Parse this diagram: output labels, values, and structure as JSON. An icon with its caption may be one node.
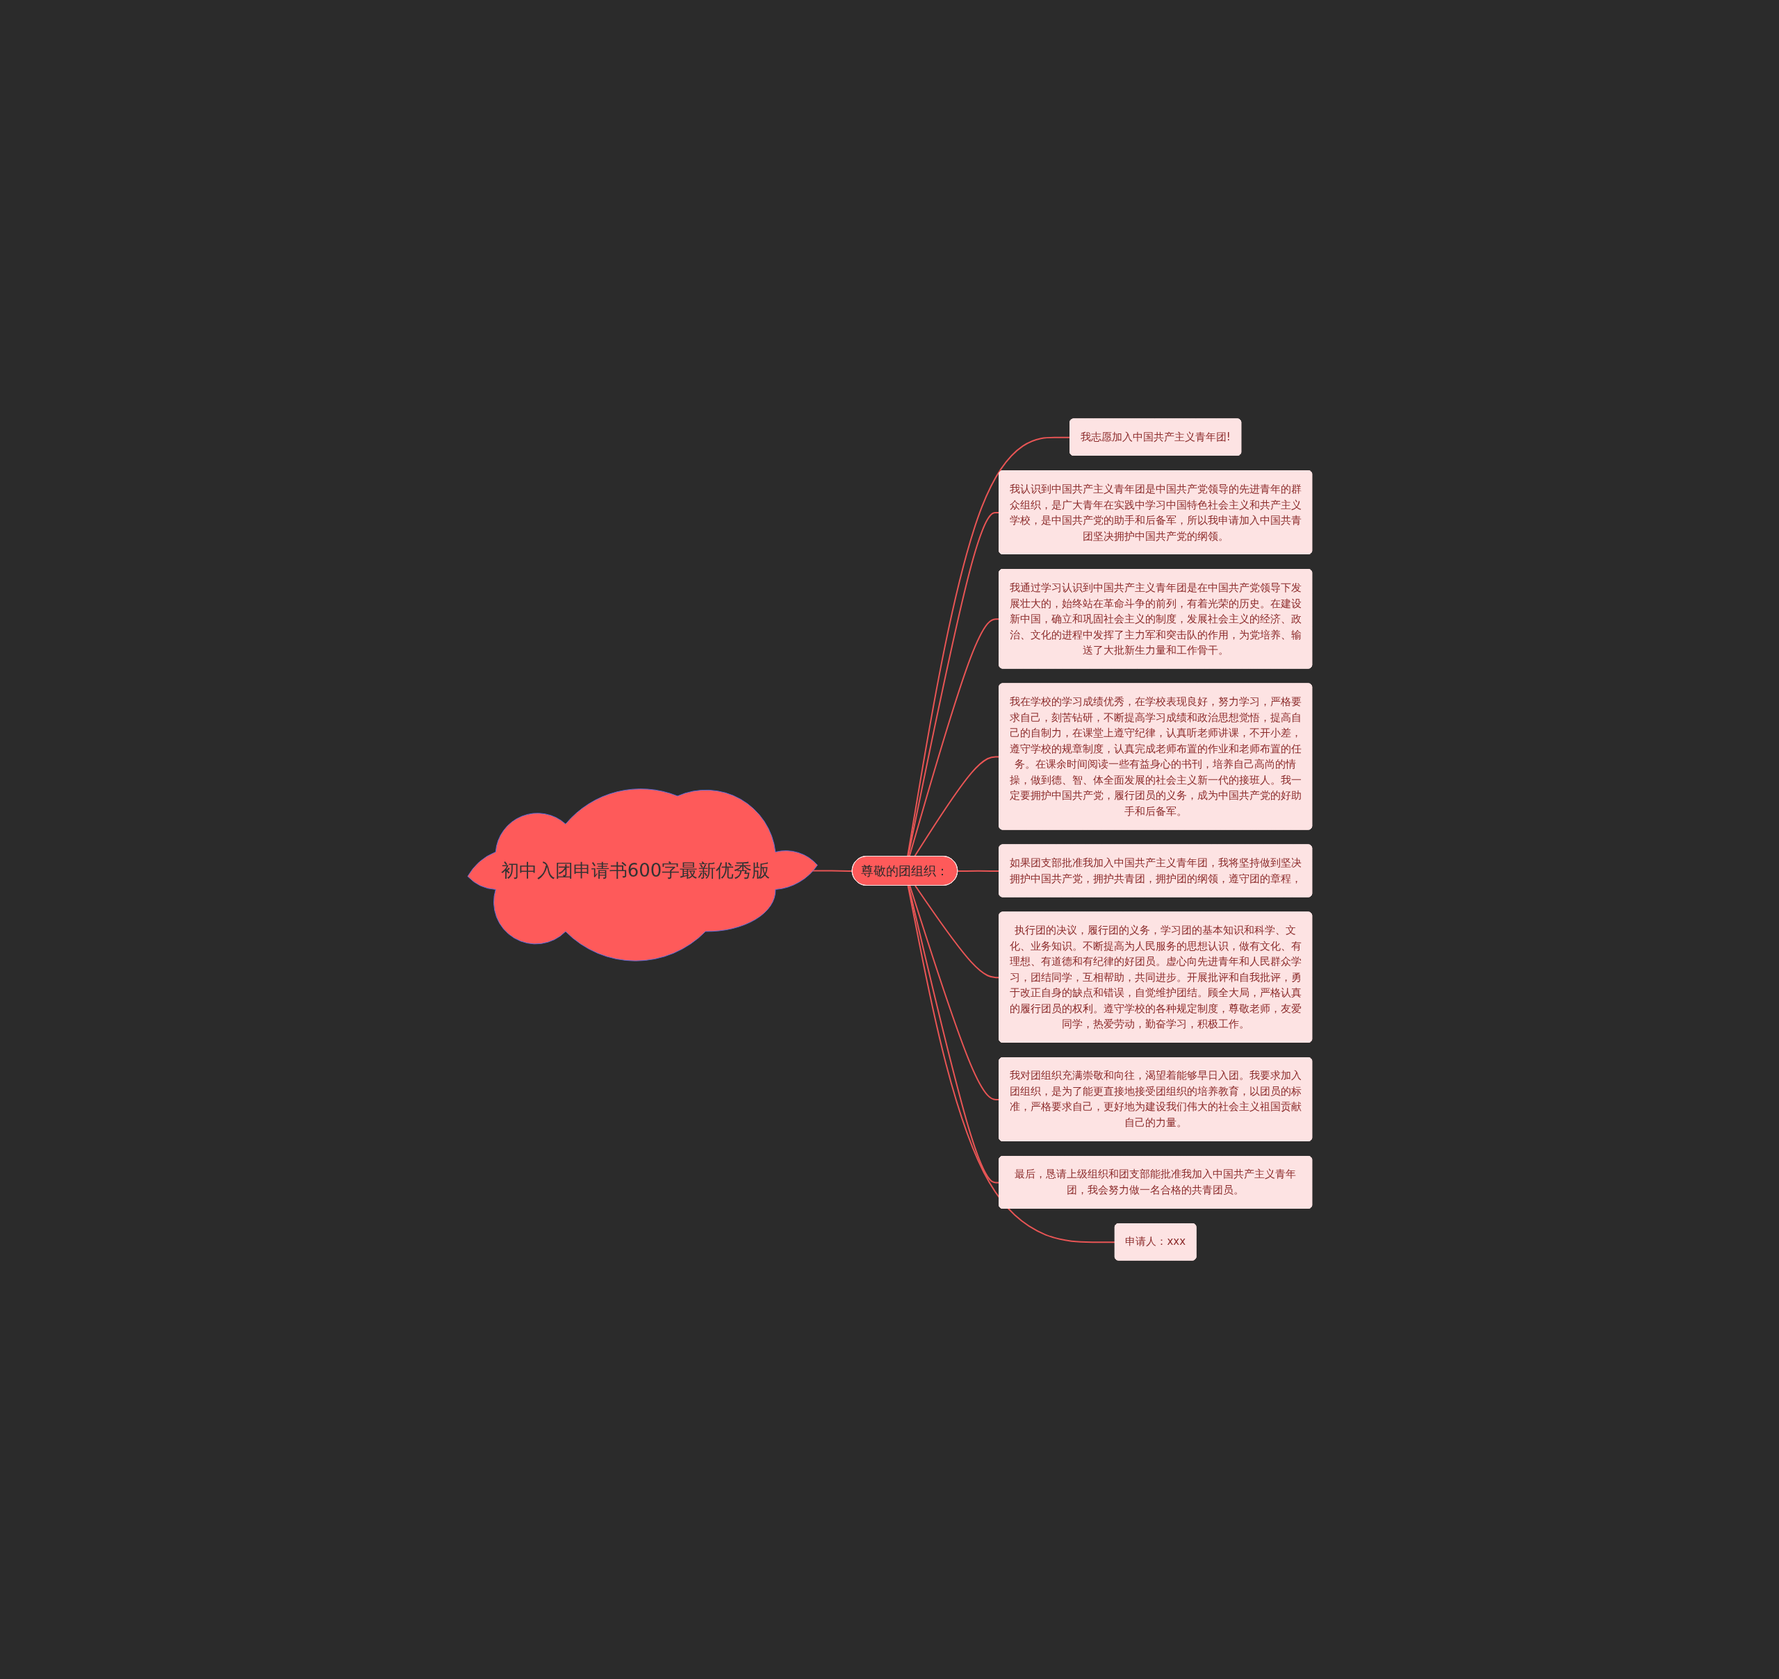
{
  "diagram": {
    "nodes": [
      {
        "text": [
          "初中入团申请书600字最新优秀版"
        ]
      },
      {
        "text": [
          "尊敬的团组织："
        ]
      },
      {
        "text": [
          "我志愿加入中国共产主义青年团!"
        ]
      },
      {
        "text": [
          "我认识到中国共产主义青年团是中国共产党领导的先进青年的群众组织，是广大青年在实践中学习中国特色社会主义和共产主义学校，是中国共产党的助手和后备军，所以我申请加入中国共青团坚决拥护中国共产党的纲领。"
        ]
      },
      {
        "text": [
          "我通过学习认识到中国共产主义青年团是在中国共产党领导下发展壮大的，始终站在革命斗争的前列，有着光荣的历史。在建设新中国，确立和巩固社会主义的制度，发展社会主义的经济、政治、文化的进程中发挥了主力军和突击队的作用，为党培养、输送了大批新生力量和工作骨干。"
        ]
      },
      {
        "text": [
          "我在学校的学习成绩优秀，在学校表现良好，努力学习，严格要求自己，刻苦钻研，不断提高学习成绩和政治思想觉悟，提高自己的自制力，在课堂上遵守纪律，认真听老师讲课，不开小差，遵守学校的规章制度，认真完成老师布置的作业和老师布置的任务。在课余时间阅读一些有益身心的书刊，培养自己高尚的情操，做到德、智、体全面发展的社会主义新一代的接班人。我一定要拥护中国共产党，履行团员的义务，成为中国共产党的好助手和后备军。"
        ]
      },
      {
        "text": [
          "如果团支部批准我加入中国共产主义青年团，我将坚持做到坚决拥护中国共产党，拥护共青团，拥护团的纲领，遵守团的章程，"
        ]
      },
      {
        "text": [
          "执行团的决议，履行团的义务，学习团的基本知识和科学、文化、业务知识。不断提高为人民服务的思想认识，做有文化、有理想、有道德和有纪律的好团员。虚心向先进青年和人民群众学习，团结同学，互相帮助，共同进步。开展批评和自我批评，勇于改正自身的缺点和错误，自觉维护团结。顾全大局，严格认真的履行团员的权利。遵守学校的各种规定制度，尊敬老师，友爱同学，热爱劳动，勤奋学习，积极工作。"
        ]
      },
      {
        "text": [
          "我对团组织充满崇敬和向往，渴望着能够早日入团。我要求加入团组织，是为了能更直接地接受团组织的培养教育，以团员的标准，严格要求自己，更好地为建设我们伟大的社会主义祖国贡献自己的力量。"
        ]
      },
      {
        "text": [
          "最后，恳请上级组织和团支部能批准我加入中国共产主义青年团，我会努力做一名合格的共青团员。"
        ]
      },
      {
        "text": [
          "申请人：xxx"
        ]
      }
    ],
    "edges": [
      {
        "from": 0,
        "to": 1,
        "arrow": "none"
      },
      {
        "from": 1,
        "to": 2,
        "arrow": "none"
      },
      {
        "from": 1,
        "to": 3,
        "arrow": "none"
      },
      {
        "from": 1,
        "to": 4,
        "arrow": "none"
      },
      {
        "from": 1,
        "to": 5,
        "arrow": "none"
      },
      {
        "from": 1,
        "to": 6,
        "arrow": "none"
      },
      {
        "from": 1,
        "to": 7,
        "arrow": "none"
      },
      {
        "from": 1,
        "to": 8,
        "arrow": "none"
      },
      {
        "from": 1,
        "to": 9,
        "arrow": "none"
      },
      {
        "from": 1,
        "to": 10,
        "arrow": "none"
      }
    ]
  }
}
